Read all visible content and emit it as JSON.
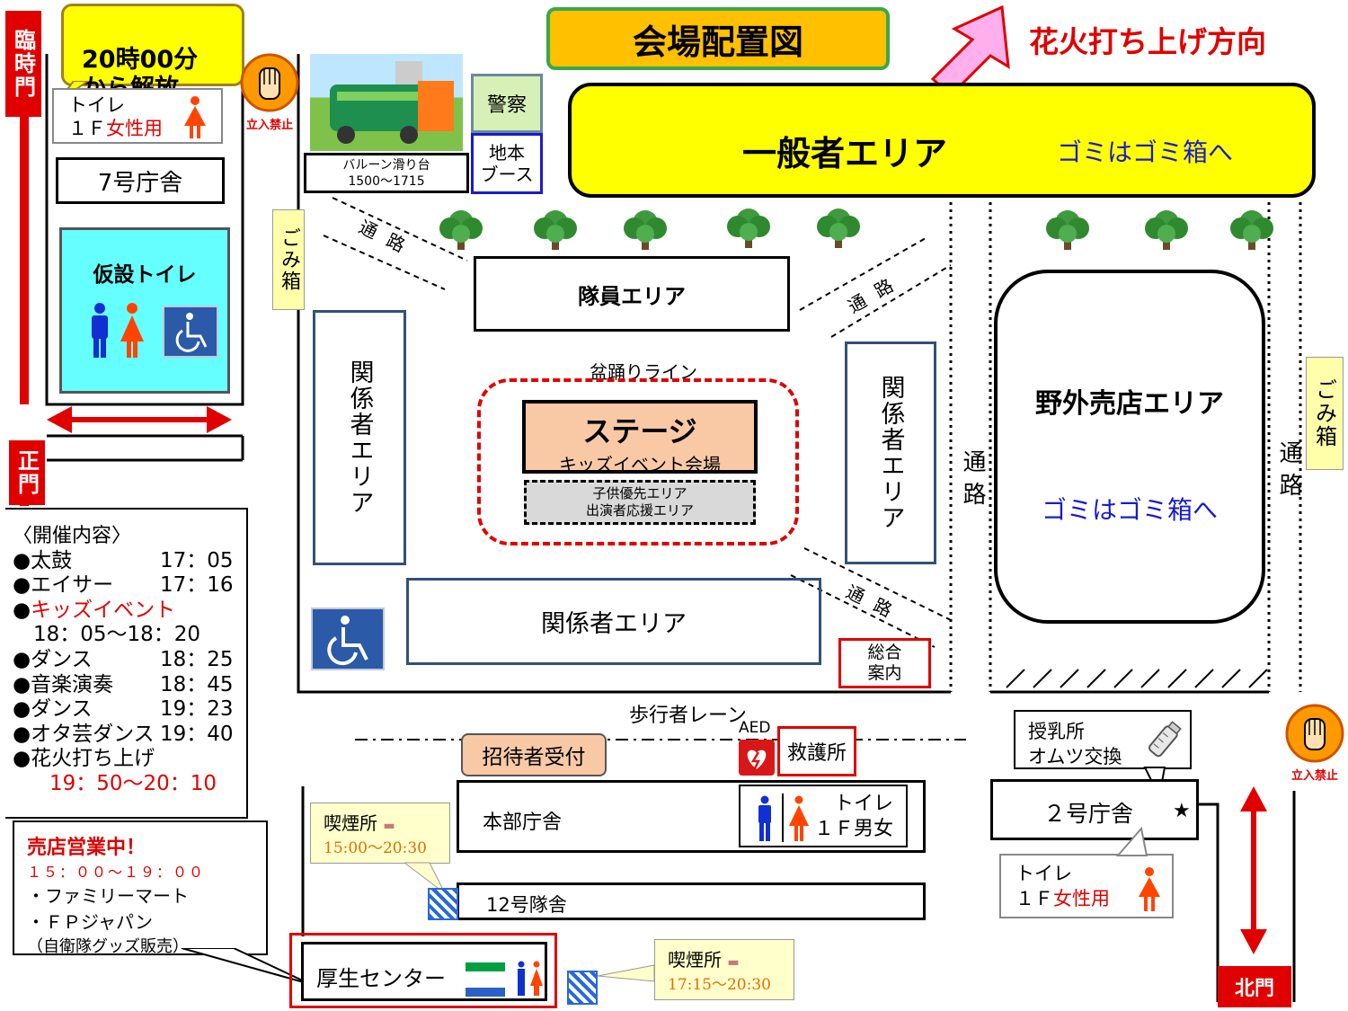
{
  "title": "会場配置図",
  "fireworks_direction": "花火打ち上げ方向",
  "general_area": {
    "label": "一般者エリア",
    "trash_note": "ゴミはゴミ箱へ"
  },
  "gates": {
    "temporary": "臨時門",
    "main": "正門",
    "north": "北門"
  },
  "release_note": "20時00分\nから解放",
  "no_entry": "立入禁止",
  "toilet_women_7": {
    "line1": "トイレ",
    "line2_prefix": "１Ｆ",
    "line2_red": "女性用"
  },
  "building7": "7号庁舎",
  "temp_toilet": "仮設トイレ",
  "balloon": {
    "line1": "バルーン滑り台",
    "line2": "1500～1715"
  },
  "police": "警察",
  "jimoto": "地本\nブース",
  "trash_box": "ごみ箱",
  "passage": "通路",
  "staff_area": "隊員エリア",
  "bon_line": "盆踊りライン",
  "stage": {
    "title": "ステージ",
    "sub": "キッズイベント会場"
  },
  "kids_area": {
    "line1": "子供優先エリア",
    "line2": "出演者応援エリア"
  },
  "related_area": "関係者エリア",
  "outdoor_shop": {
    "label": "野外売店エリア",
    "trash_note": "ゴミはゴミ箱へ"
  },
  "info": "総合\n案内",
  "walk_lane": "歩行者レーン",
  "aed": "AED",
  "first_aid": "救護所",
  "guest_reception": "招待者受付",
  "hq": "本部庁舎",
  "toilet_hq": {
    "line1": "トイレ",
    "line2": "１Ｆ男女"
  },
  "building12": "12号隊舎",
  "welfare": "厚生センター",
  "nursing": {
    "line1": "授乳所",
    "line2": "オムツ交換"
  },
  "building2": "２号庁舎",
  "toilet_women_2": {
    "line1": "トイレ",
    "line2_prefix": "１Ｆ",
    "line2_red": "女性用"
  },
  "smoking1": {
    "label": "喫煙所",
    "time": "15:00～20:30"
  },
  "smoking2": {
    "label": "喫煙所",
    "time": "17:15～20:30"
  },
  "schedule": {
    "heading": "〈開催内容〉",
    "items": [
      {
        "name": "●太鼓",
        "time": "17：05"
      },
      {
        "name": "●エイサー",
        "time": "17：16"
      },
      {
        "name": "●キッズイベント",
        "time": ""
      },
      {
        "name": "　18：05～18：20",
        "time": ""
      },
      {
        "name": "●ダンス",
        "time": "18：25"
      },
      {
        "name": "●音楽演奏",
        "time": "18：45"
      },
      {
        "name": "●ダンス",
        "time": "19：23"
      },
      {
        "name": "●オタ芸ダンス",
        "time": "19：40"
      },
      {
        "name": "●花火打ち上げ",
        "time": ""
      },
      {
        "name": "　19：50～20：10",
        "time": ""
      }
    ]
  },
  "shop_note": {
    "heading": "売店営業中！",
    "hours": "１５：００～１９：００",
    "line1": "・ファミリーマート",
    "line2": "・ＦＰジャパン",
    "line3": "（自衛隊グッズ販売）"
  },
  "colors": {
    "red": "#e00000",
    "yellow": "#ffff00",
    "blue": "#1a1ad0",
    "navy": "#34507a",
    "stage": "#f9c9a6",
    "cyan": "#66ffff",
    "green": "#3aa84a"
  }
}
